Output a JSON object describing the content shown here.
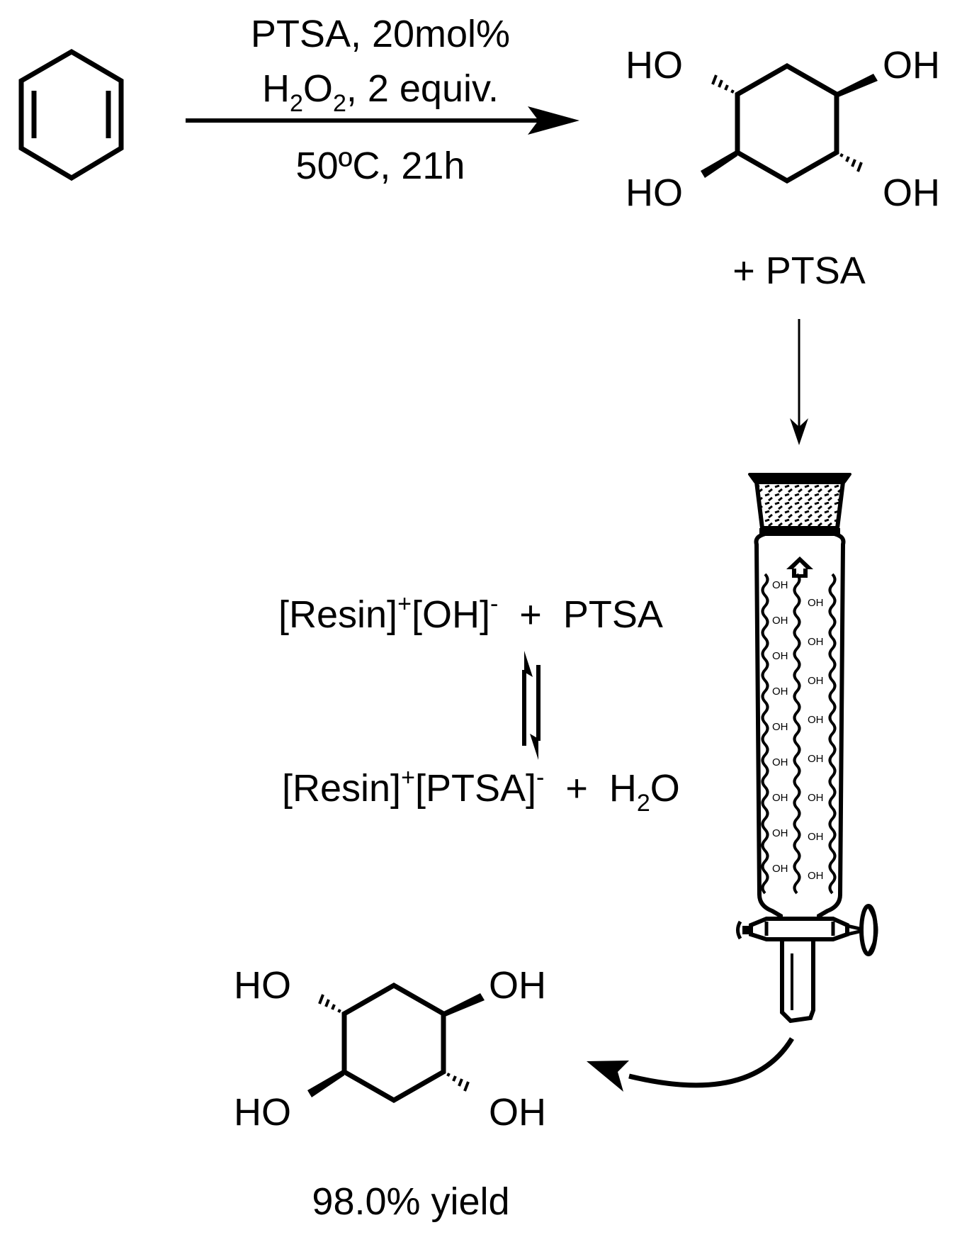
{
  "reaction": {
    "conditions": {
      "catalyst": "PTSA, 20mol%",
      "oxidant_prefix": "H",
      "oxidant_sub1": "2",
      "oxidant_mid": "O",
      "oxidant_sub2": "2",
      "oxidant_suffix": ", 2 equiv.",
      "temperature_time": "50ºC, 21h"
    },
    "product_labels": {
      "oh_top_left": "HO",
      "oh_top_right": "OH",
      "oh_bottom_left": "HO",
      "oh_bottom_right": "OH"
    },
    "byproduct": "+ PTSA"
  },
  "equilibrium": {
    "top": {
      "resin": "[Resin]",
      "sup_plus": "+",
      "anion": "[OH]",
      "sup_minus": "-",
      "rest": "  +  PTSA"
    },
    "bottom": {
      "resin": "[Resin]",
      "sup_plus": "+",
      "anion": "[PTSA]",
      "sup_minus": "-",
      "rest": "  +  H",
      "water_sub": "2",
      "water_o": "O"
    }
  },
  "column": {
    "resin_group": "OH"
  },
  "final_product": {
    "labels": {
      "oh_top_left": "HO",
      "oh_top_right": "OH",
      "oh_bottom_left": "HO",
      "oh_bottom_right": "OH"
    },
    "yield": "98.0% yield"
  },
  "colors": {
    "ink": "#000000",
    "background": "#ffffff"
  }
}
